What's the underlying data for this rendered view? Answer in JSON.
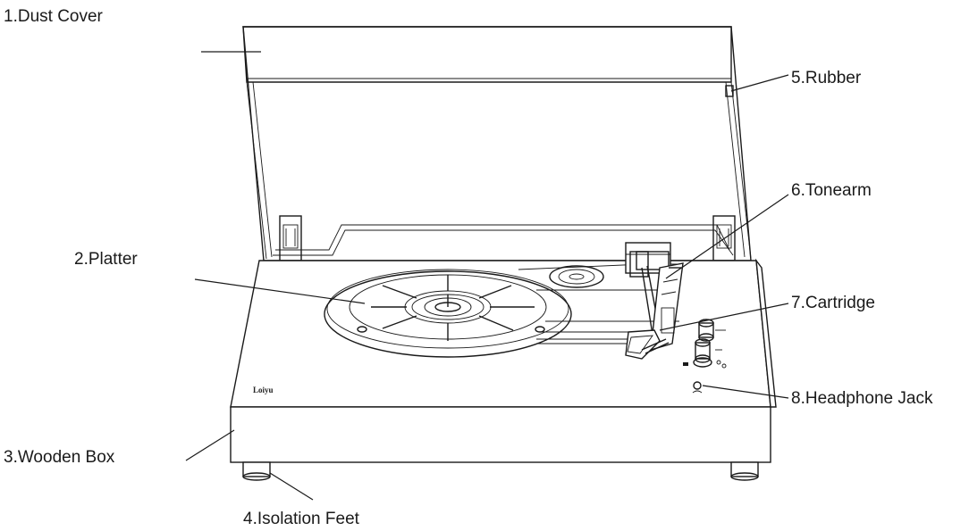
{
  "labels": {
    "dust_cover": "1.Dust Cover",
    "platter": "2.Platter",
    "wooden_box": "3.Wooden Box",
    "isolation_feet": "4.Isolation Feet",
    "rubber": "5.Rubber",
    "tonearm": "6.Tonearm",
    "cartridge": "7.Cartridge",
    "headphone_jack": "8.Headphone Jack"
  },
  "logo": "Loiyu"
}
